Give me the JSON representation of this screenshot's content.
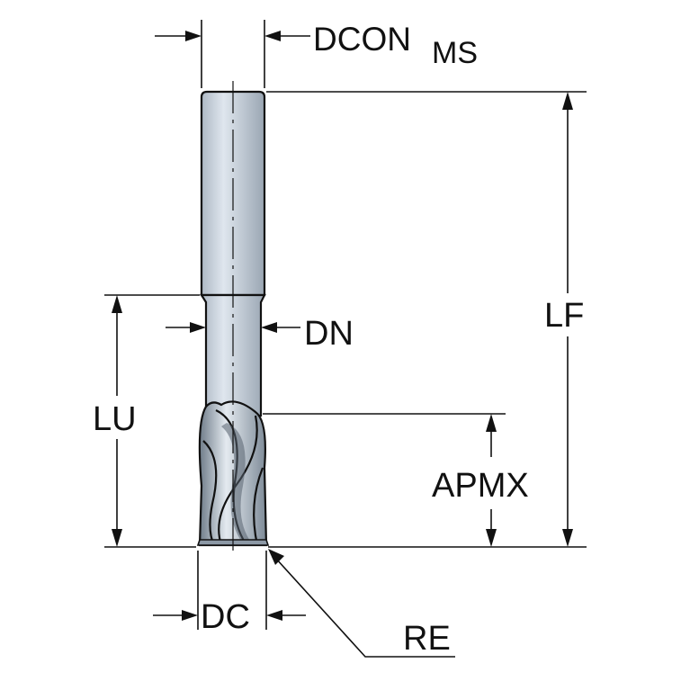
{
  "labels": {
    "dcon": "DCON",
    "dcon_sub": "MS",
    "dn": "DN",
    "lf": "LF",
    "lu": "LU",
    "apmx": "APMX",
    "dc": "DC",
    "re": "RE"
  },
  "colors": {
    "shank": "#c8d2dd",
    "flute_light": "#dfe6ee",
    "flute_dark": "#7d8a97",
    "line": "#111111"
  }
}
